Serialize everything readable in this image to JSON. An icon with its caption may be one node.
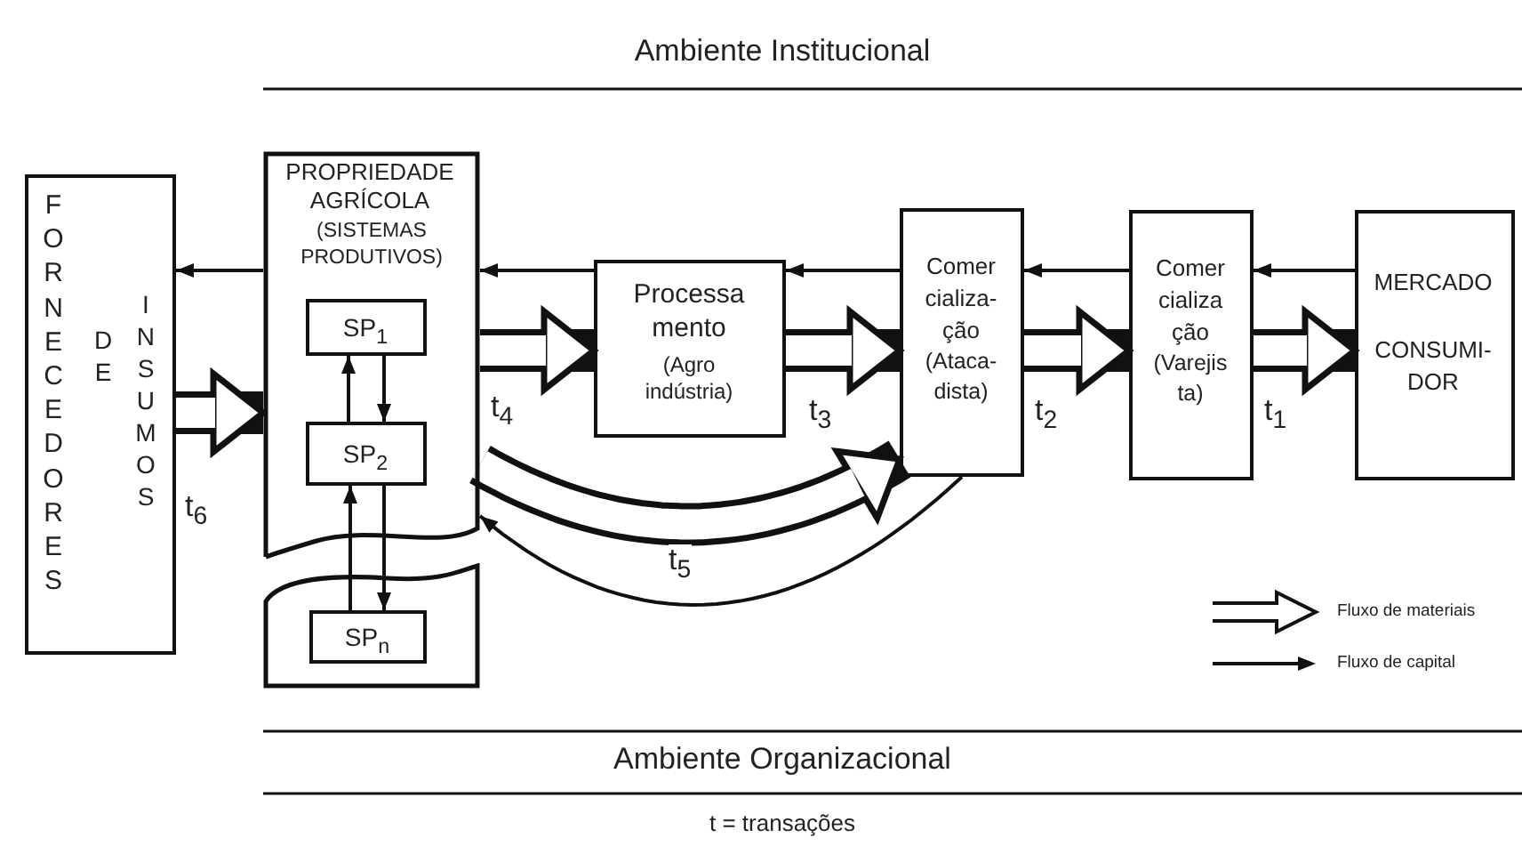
{
  "diagram": {
    "nodes": [
      {
        "text": [
          "FORNECEDORES",
          "DE",
          "INSUMOS"
        ]
      },
      {
        "text": [
          "PROPRIEDADE AGRÍCOLA",
          "(SISTEMAS PRODUTIVOS)"
        ]
      },
      {
        "text": [
          "SP$_{1}$"
        ],
        "in": 1
      },
      {
        "text": [
          "SP$_{2}$"
        ],
        "in": 1
      },
      {
        "text": [],
        "shape": "box"
      },
      {
        "text": [
          "SP$_{n}$"
        ],
        "in": 4
      },
      {
        "text": [
          "Processa mento",
          "(Agro indústria)"
        ]
      },
      {
        "text": [
          "Comer cializa- ção",
          "(Ataca- dista)"
        ]
      },
      {
        "text": [
          "Comer cializa ção",
          "(Varejis ta)"
        ]
      },
      {
        "text": [
          "MERCADO",
          "CONSUMI- DOR"
        ]
      }
    ],
    "edges": [
      {
        "from": 0,
        "to": 1,
        "arrow": "to",
        "style": "thick",
        "label": "t$_{6}$"
      },
      {
        "from": 1,
        "to": 6,
        "arrow": "to",
        "style": "thick",
        "label": "t$_{4}$"
      },
      {
        "from": 6,
        "to": 7,
        "arrow": "to",
        "style": "thick",
        "label": "t$_{3}$"
      },
      {
        "from": 7,
        "to": 8,
        "arrow": "to",
        "style": "thick",
        "label": "t$_{2}$"
      },
      {
        "from": 8,
        "to": 9,
        "arrow": "to",
        "style": "thick",
        "label": "t$_{1}$"
      },
      {
        "from": 1,
        "to": 7,
        "arrow": "to",
        "style": "thick",
        "label": "t$_{5}$"
      },
      {
        "from": 1,
        "to": 0,
        "arrow": "to"
      },
      {
        "from": 6,
        "to": 1,
        "arrow": "to"
      },
      {
        "from": 7,
        "to": 6,
        "arrow": "to"
      },
      {
        "from": 8,
        "to": 7,
        "arrow": "to"
      },
      {
        "from": 9,
        "to": 8,
        "arrow": "to"
      },
      {
        "from": 7,
        "to": 1,
        "arrow": "to"
      },
      {
        "from": 2,
        "to": 3,
        "arrow": "to"
      },
      {
        "from": 3,
        "to": 2,
        "arrow": "to"
      },
      {
        "from": 3,
        "to": 5,
        "arrow": "to"
      },
      {
        "from": 5,
        "to": 3,
        "arrow": "to"
      }
    ],
    "labels": [
      "Ambiente Institucional",
      "Ambiente Organizacional",
      "t = transações"
    ],
    "legend": [
      {
        "text": "Fluxo de materiais"
      },
      {
        "text": "Fluxo de capital"
      }
    ]
  }
}
